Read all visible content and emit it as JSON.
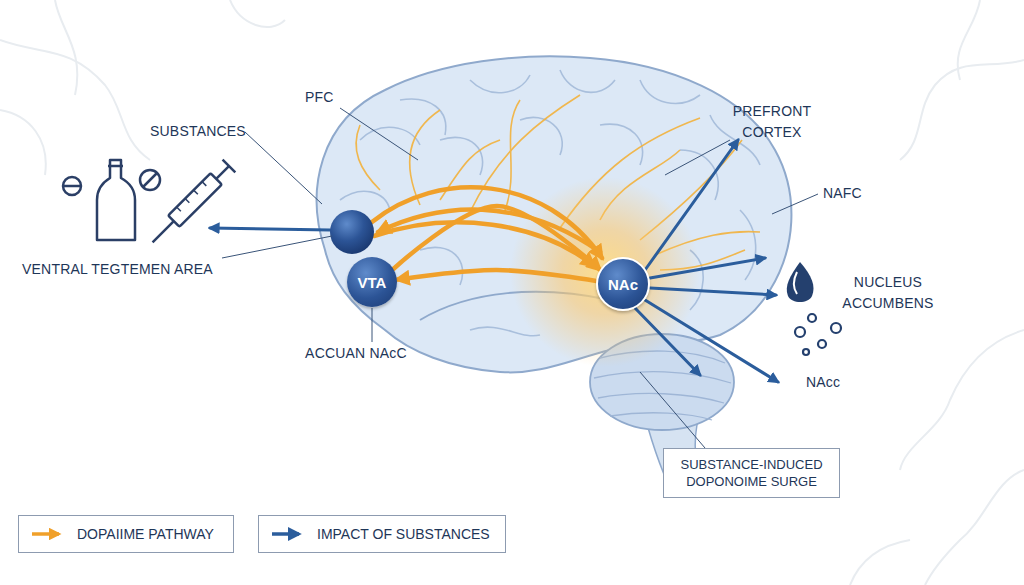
{
  "diagram": {
    "nodes": [
      {
        "text": [
          "VTA"
        ]
      },
      {
        "text": [
          "NAc"
        ]
      },
      {
        "text": [
          "SUBSTANCE-INDUCED DOPONOIME SURGE"
        ]
      }
    ],
    "edges": [
      {
        "from": 0,
        "to": 1,
        "arrow": "to"
      },
      {
        "from": 1,
        "to": 0,
        "arrow": "to"
      }
    ],
    "labels": [
      "PFC",
      "SUBSTANCES",
      "VENTRAL TEGTEMEN AREA",
      "ACCUAN NAcC",
      "PREFRONT CORTEX",
      "NAFC",
      "NUCLEUS ACCUMBENS",
      "NAcc"
    ],
    "legend": [
      {
        "text": "DOPAIIME PATHWAY"
      },
      {
        "text": "IMPACT OF SUBSTANCES"
      }
    ]
  }
}
